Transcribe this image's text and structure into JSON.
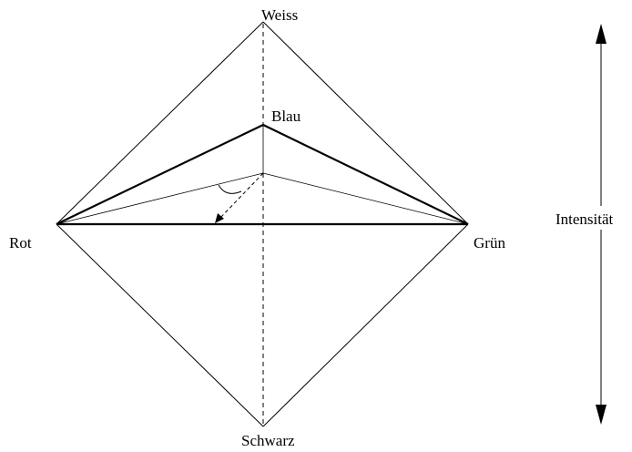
{
  "labels": {
    "top": "Weiss",
    "upper": "Blau",
    "left": "Rot",
    "right": "Grün",
    "bottom": "Schwarz",
    "axis": "Intensität"
  },
  "colors": {
    "stroke": "#000000",
    "background": "#ffffff"
  }
}
